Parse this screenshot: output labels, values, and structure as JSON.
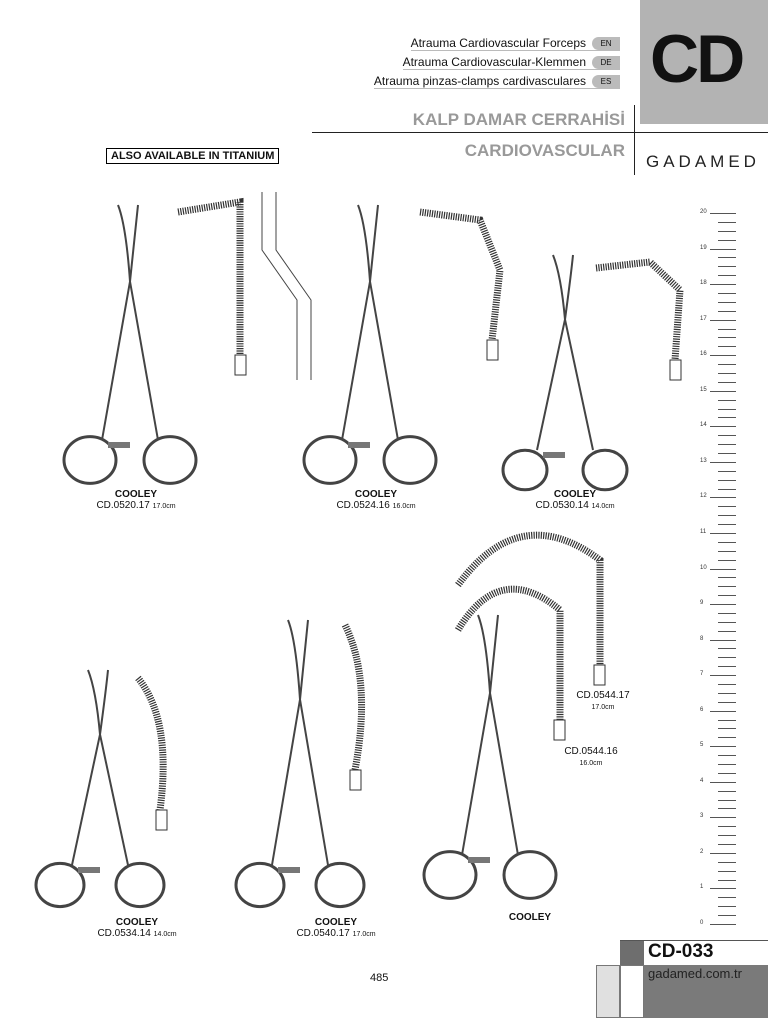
{
  "header": {
    "titles": [
      {
        "text": "Atrauma Cardiovascular Forceps",
        "lang": "EN"
      },
      {
        "text": "Atrauma Cardiovascular-Klemmen",
        "lang": "DE"
      },
      {
        "text": "Atrauma pinzas-clamps cardivasculares",
        "lang": "ES"
      }
    ],
    "section_code": "CD",
    "subtitle_tr": "KALP DAMAR CERRAHİSİ",
    "subtitle_en": "CARDIOVASCULAR",
    "brand": "GADAMED",
    "titanium_note": "ALSO AVAILABLE IN TITANIUM"
  },
  "products": [
    {
      "name": "COOLEY",
      "code": "CD.0520.17",
      "size": "17.0cm"
    },
    {
      "name": "COOLEY",
      "code": "CD.0524.16",
      "size": "16.0cm"
    },
    {
      "name": "COOLEY",
      "code": "CD.0530.14",
      "size": "14.0cm"
    },
    {
      "name": "COOLEY",
      "code": "CD.0534.14",
      "size": "14.0cm"
    },
    {
      "name": "COOLEY",
      "code": "CD.0540.17",
      "size": "17.0cm"
    },
    {
      "name": "COOLEY"
    }
  ],
  "variants": [
    {
      "code": "CD.0544.17",
      "size": "17.0cm"
    },
    {
      "code": "CD.0544.16",
      "size": "16.0cm"
    }
  ],
  "ruler": {
    "min": 0,
    "max": 20,
    "unit": "cm"
  },
  "footer": {
    "page_code": "CD-033",
    "website": "gadamed.com.tr",
    "page_number": "485"
  }
}
